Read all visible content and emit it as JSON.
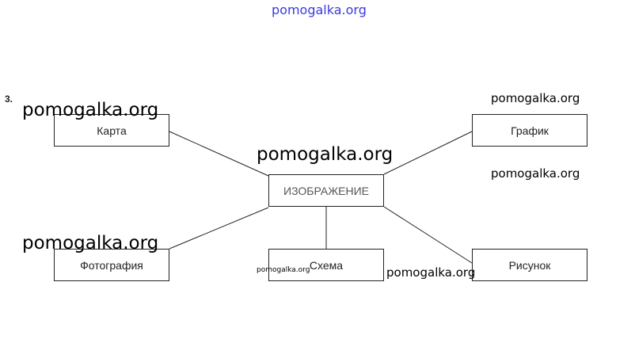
{
  "task_number": "3.",
  "watermark": "pomogalka.org",
  "watermark_top_color": "#3a3adf",
  "center": "ИЗОБРАЖЕНИЕ",
  "nodes": [
    "Карта",
    "График",
    "Фотография",
    "Схема",
    "Рисунок"
  ]
}
